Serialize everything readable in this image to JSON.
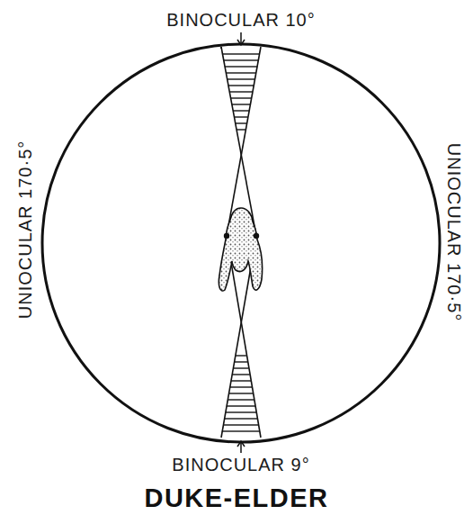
{
  "diagram": {
    "caption": "DUKE-ELDER",
    "labels": [
      "BINOCULAR 10°",
      "UNIOCULAR 170·5°",
      "UNIOCULAR 170·5°",
      "BINOCULAR 9°"
    ]
  }
}
